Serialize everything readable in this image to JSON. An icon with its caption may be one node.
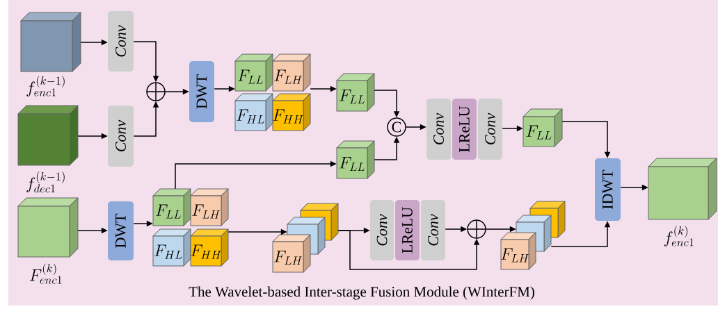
{
  "diagram": {
    "caption": "The Wavelet-based Inter-stage Fusion Module (WInterFM)",
    "nodes": [
      {
        "text": [],
        "shape": "cube",
        "beside": [
          "f_{enc1}^{(k-1)}"
        ]
      },
      {
        "text": [
          "Conv"
        ]
      },
      {
        "text": [],
        "shape": "cube",
        "beside": [
          "f_{dec1}^{(k-1)}"
        ]
      },
      {
        "text": [
          "Conv"
        ]
      },
      {
        "text": [],
        "shape": "circle"
      },
      {
        "text": [
          "DWT"
        ]
      },
      {
        "text": [
          "F_{LL}"
        ]
      },
      {
        "text": [
          "F_{LH}"
        ]
      },
      {
        "text": [
          "F_{HL}"
        ]
      },
      {
        "text": [
          "F_{HH}"
        ]
      },
      {
        "text": [
          "F_{LL}"
        ]
      },
      {
        "text": [
          "F_{LL}"
        ]
      },
      {
        "text": [
          "C"
        ]
      },
      {
        "text": [
          "Conv"
        ]
      },
      {
        "text": [
          "LReLU"
        ]
      },
      {
        "text": [
          "Conv"
        ]
      },
      {
        "text": [
          "F_{LL}"
        ]
      },
      {
        "text": [
          "IDWT"
        ]
      },
      {
        "text": [],
        "shape": "cube",
        "beside": [
          "f_{enc1}^{(k)}"
        ]
      },
      {
        "text": [],
        "shape": "cube",
        "beside": [
          "F_{enc1}^{(k)}"
        ]
      },
      {
        "text": [
          "DWT"
        ]
      },
      {
        "text": [
          "F_{LL}"
        ]
      },
      {
        "text": [
          "F_{LH}"
        ]
      },
      {
        "text": [
          "F_{HL}"
        ]
      },
      {
        "text": [
          "F_{HH}"
        ]
      },
      {
        "text": [],
        "shape": "cube"
      },
      {
        "text": [],
        "shape": "cube"
      },
      {
        "text": [
          "F_{LH}"
        ]
      },
      {
        "text": [
          "Conv"
        ]
      },
      {
        "text": [
          "LReLU"
        ]
      },
      {
        "text": [
          "Conv"
        ]
      },
      {
        "text": [],
        "shape": "circle"
      },
      {
        "text": [],
        "shape": "cube"
      },
      {
        "text": [],
        "shape": "cube"
      },
      {
        "text": [
          "F_{LH}"
        ]
      }
    ],
    "edges": [
      {
        "from": 0,
        "to": 1,
        "arrow": "to"
      },
      {
        "from": 2,
        "to": 3,
        "arrow": "to"
      },
      {
        "from": 1,
        "to": 4,
        "arrow": "to"
      },
      {
        "from": 3,
        "to": 4,
        "arrow": "to"
      },
      {
        "from": 4,
        "to": 5,
        "arrow": "to"
      },
      {
        "from": 5,
        "to": 6,
        "arrow": "to"
      },
      {
        "from": 7,
        "to": 10,
        "arrow": "to"
      },
      {
        "from": 10,
        "to": 12,
        "arrow": "to"
      },
      {
        "from": 11,
        "to": 12,
        "arrow": "to"
      },
      {
        "from": 12,
        "to": 13,
        "arrow": "to"
      },
      {
        "from": 15,
        "to": 16,
        "arrow": "to"
      },
      {
        "from": 16,
        "to": 17,
        "arrow": "to"
      },
      {
        "from": 17,
        "to": 18,
        "arrow": "to"
      },
      {
        "from": 21,
        "to": 11,
        "arrow": "to"
      },
      {
        "from": 19,
        "to": 20,
        "arrow": "to"
      },
      {
        "from": 20,
        "to": 21,
        "arrow": "to"
      },
      {
        "from": 24,
        "to": 26,
        "arrow": "to"
      },
      {
        "from": 25,
        "to": 28,
        "arrow": "to"
      },
      {
        "from": 25,
        "to": 31,
        "arrow": "to"
      },
      {
        "from": 30,
        "to": 31,
        "arrow": "to"
      },
      {
        "from": 31,
        "to": 33,
        "arrow": "to"
      },
      {
        "from": 33,
        "to": 17,
        "arrow": "to"
      }
    ]
  }
}
